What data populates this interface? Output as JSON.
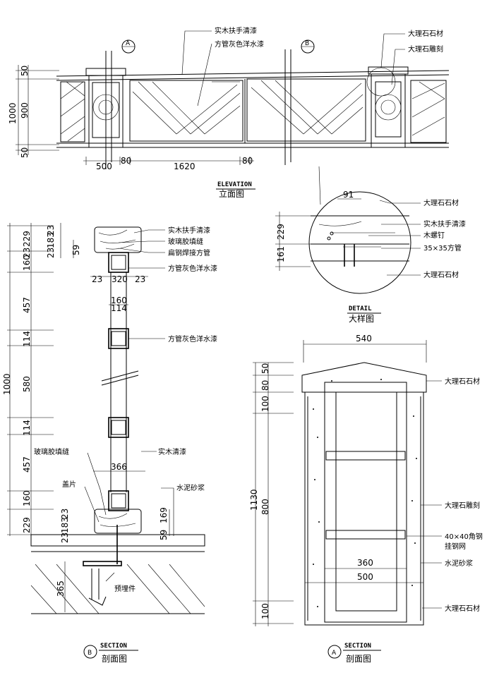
{
  "elevation": {
    "marker_a": "A",
    "marker_b": "B",
    "label_handrail": "实木扶手清漆",
    "label_tube_paint": "方管灰色洋水漆",
    "label_marble": "大理石石材",
    "label_marble_carving": "大理石雕刻",
    "dim_v_top": "50",
    "dim_v_mid": "900",
    "dim_v_bot": "50",
    "dim_v_total": "1000",
    "dim_h": [
      "500",
      "80",
      "1620",
      "80"
    ],
    "title_en": "ELEVATION",
    "title_cn": "立面图"
  },
  "section_b": {
    "label_handrail": "实木扶手清漆",
    "label_glass_glue": "玻璃胶填缝",
    "label_flat_steel": "扁钢焊接方管",
    "label_tube_paint1": "方管灰色洋水漆",
    "label_tube_paint2": "方管灰色洋水漆",
    "label_glass_glue2": "玻璃胶填缝",
    "label_wood": "实木清漆",
    "label_cover": "盖片",
    "label_mortar": "水泥砂浆",
    "label_embed": "预埋件",
    "dims_left": [
      "229",
      "23",
      "160",
      "457",
      "114",
      "580",
      "114",
      "457",
      "160",
      "229",
      "23"
    ],
    "dim_total": "1000",
    "dims_top_small": [
      "23",
      "183",
      "23",
      "59"
    ],
    "dims_bottom_small": [
      "23",
      "183",
      "23",
      "59",
      "169"
    ],
    "dim_320": "320",
    "dim_23a": "23",
    "dim_23b": "23",
    "dim_160": "160",
    "dim_114": "114",
    "dim_366": "366",
    "dim_365": "365",
    "title_en": "SECTION",
    "title_cn": "剖面图",
    "marker": "B"
  },
  "detail": {
    "label_marble": "大理石石材",
    "label_handrail": "实木扶手清漆",
    "label_screw": "木螺钉",
    "label_tube": "35×35方管",
    "label_marble2": "大理石石材",
    "dim_91": "91",
    "dim_229": "229",
    "dim_161": "161",
    "title_en": "DETAIL",
    "title_cn": "大样图"
  },
  "section_a": {
    "dim_540": "540",
    "dims_left": [
      "50",
      "80",
      "100",
      "800",
      "100"
    ],
    "dim_total": "1130",
    "dim_360": "360",
    "dim_500": "500",
    "label_marble": "大理石石材",
    "label_carving": "大理石雕刻",
    "label_angle1": "40×40角钢",
    "label_angle2": "挂钢网",
    "label_mortar": "水泥砂浆",
    "label_marble2": "大理石石材",
    "title_en": "SECTION",
    "title_cn": "剖面图",
    "marker": "A"
  }
}
